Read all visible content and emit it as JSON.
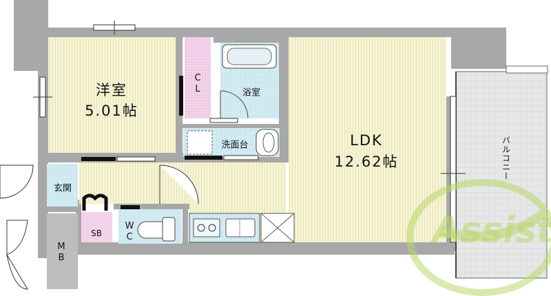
{
  "rooms": {
    "western": {
      "name": "洋室",
      "area": "5.01帖"
    },
    "ldk": {
      "name": "LDK",
      "area": "12.62帖"
    },
    "closet": {
      "line1": "C",
      "line2": "L"
    },
    "bath": {
      "name": "浴室"
    },
    "washroom": {
      "name": "洗面台"
    },
    "entrance": {
      "name": "玄関"
    },
    "shoebox": {
      "name": "SB"
    },
    "toilet": {
      "line1": "W",
      "line2": "C"
    },
    "meterbox": {
      "line1": "M",
      "line2": "B"
    },
    "balcony": {
      "name": "バルコニー"
    }
  },
  "watermark": {
    "text": "Assist"
  },
  "colors": {
    "floor_room": "#f5f3cf",
    "floor_wet": "#cfe9f2",
    "closet": "#f3d3ea",
    "wall": "#a9a9a9",
    "balcony": "#e4e4e4",
    "watermark": "#b9d86a"
  }
}
